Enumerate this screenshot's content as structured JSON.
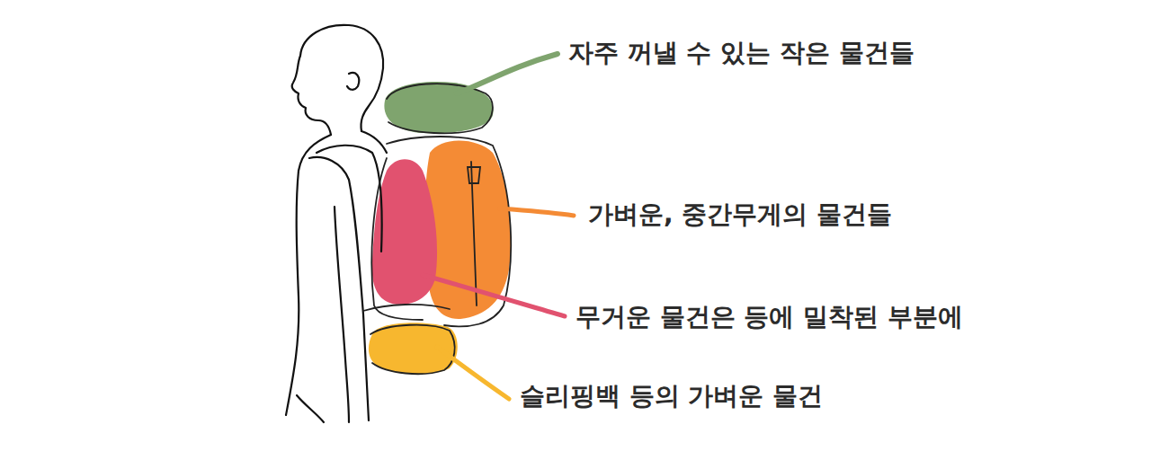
{
  "diagram": {
    "labels": [
      "자주 꺼낼 수 있는 작은 물건들",
      "가벼운, 중간무게의 물건들",
      "무거운 물건은 등에 밀착된 부분에",
      "슬리핑백 등의 가벼운 물건"
    ]
  }
}
